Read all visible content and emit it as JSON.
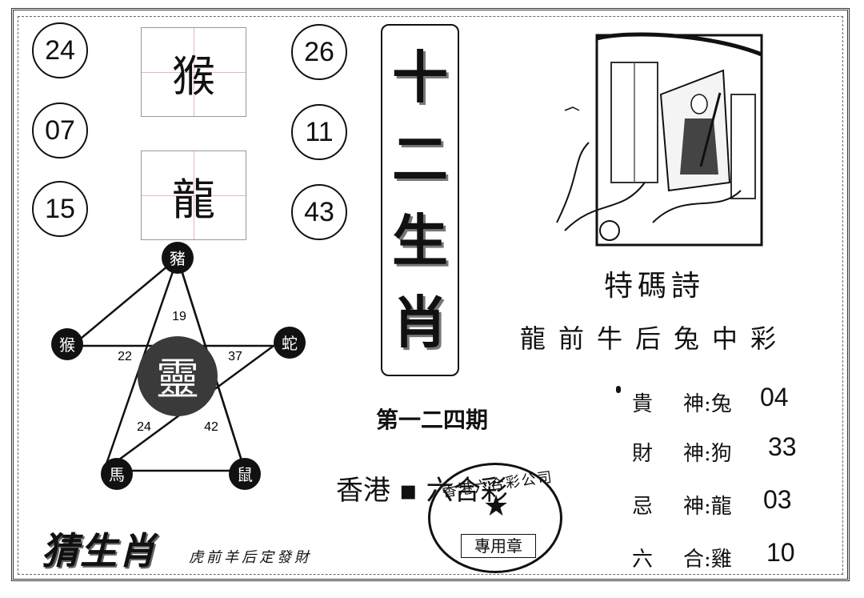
{
  "numbers_left": [
    "24",
    "07",
    "15"
  ],
  "numbers_right": [
    "26",
    "11",
    "43"
  ],
  "grid_chars": [
    "猴",
    "龍"
  ],
  "banner_chars": [
    "十",
    "二",
    "生",
    "肖"
  ],
  "star": {
    "center": "靈",
    "top": "豬",
    "left": "猴",
    "right": "蛇",
    "bottom_left": "馬",
    "bottom_right": "鼠",
    "inner_numbers": [
      "19",
      "22",
      "37",
      "24",
      "42"
    ]
  },
  "issue": "第一二四期",
  "brand": "香港 ▪ 六合彩",
  "stamp": {
    "ring_text": "香港六合彩公司",
    "star": "★",
    "box": "專用章"
  },
  "poem": {
    "title": "特碼詩",
    "line": "龍前牛后兔中彩"
  },
  "gods": [
    {
      "label": "貴",
      "key": "神:",
      "animal": "兔",
      "number": "04"
    },
    {
      "label": "財",
      "key": "神:",
      "animal": "狗",
      "number": "33"
    },
    {
      "label": "忌",
      "key": "神:",
      "animal": "龍",
      "number": "03"
    },
    {
      "label": "六",
      "key": "合:",
      "animal": "雞",
      "number": "10"
    }
  ],
  "footer": {
    "title": "猜生肖",
    "subtitle": "虎前羊后定發財"
  }
}
